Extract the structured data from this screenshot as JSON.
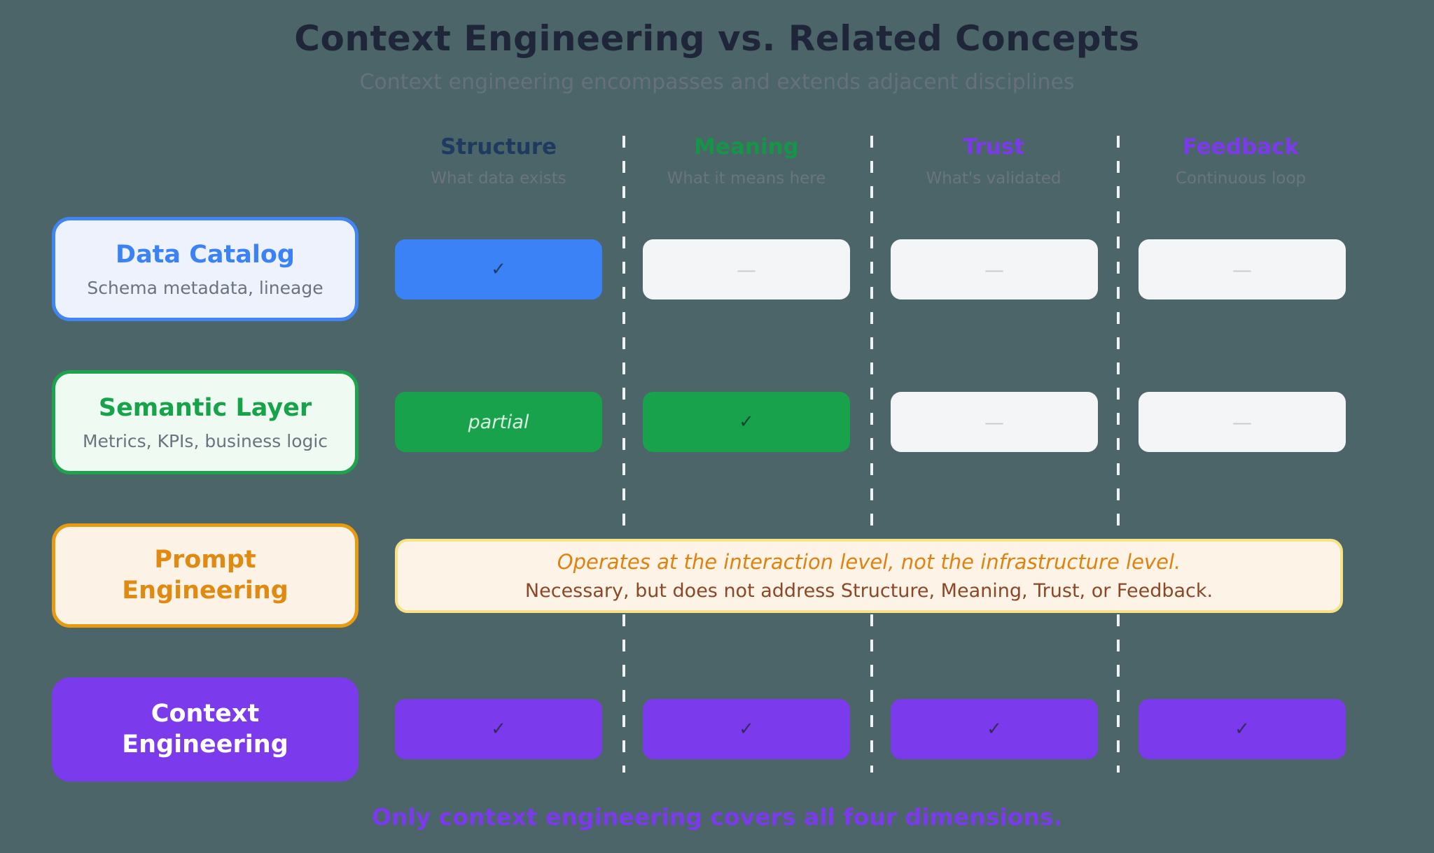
{
  "title": "Context Engineering vs. Related Concepts",
  "subtitle": "Context engineering encompasses and extends adjacent disciplines",
  "columns": [
    {
      "label": "Structure",
      "sublabel": "What data exists",
      "color": "#1e3a5f"
    },
    {
      "label": "Meaning",
      "sublabel": "What it means here",
      "color": "#169447"
    },
    {
      "label": "Trust",
      "sublabel": "What's validated",
      "color": "#7c3aed"
    },
    {
      "label": "Feedback",
      "sublabel": "Continuous loop",
      "color": "#7c3aed"
    }
  ],
  "rows": [
    {
      "name": "Data Catalog",
      "desc": "Schema metadata, lineage",
      "accent": "#3b82f6",
      "cells": [
        {
          "type": "check",
          "symbol": "✓"
        },
        {
          "type": "none",
          "symbol": "—"
        },
        {
          "type": "none",
          "symbol": "—"
        },
        {
          "type": "none",
          "symbol": "—"
        }
      ]
    },
    {
      "name": "Semantic Layer",
      "desc": "Metrics, KPIs, business logic",
      "accent": "#16a34a",
      "cells": [
        {
          "type": "partial",
          "symbol": "partial"
        },
        {
          "type": "check",
          "symbol": "✓"
        },
        {
          "type": "none",
          "symbol": "—"
        },
        {
          "type": "none",
          "symbol": "—"
        }
      ]
    },
    {
      "name": "Prompt Engineering",
      "accent": "#e08a12",
      "note": {
        "line1": "Operates at the interaction level, not the infrastructure level.",
        "line2": "Necessary, but does not address Structure, Meaning, Trust, or Feedback."
      }
    },
    {
      "name": "Context Engineering",
      "accent": "#7c3aed",
      "cells": [
        {
          "type": "check",
          "symbol": "✓"
        },
        {
          "type": "check",
          "symbol": "✓"
        },
        {
          "type": "check",
          "symbol": "✓"
        },
        {
          "type": "check",
          "symbol": "✓"
        }
      ]
    }
  ],
  "caption": "Only context engineering covers all four dimensions.",
  "colors": {
    "background": "#4b6568",
    "blue": "#3b82f6",
    "green": "#18a24c",
    "purple": "#7c3aed",
    "orange": "#e08a12",
    "cell_light": "#f3f5f6",
    "note_background": "#fdf3e7",
    "note_border": "#f6e388"
  }
}
